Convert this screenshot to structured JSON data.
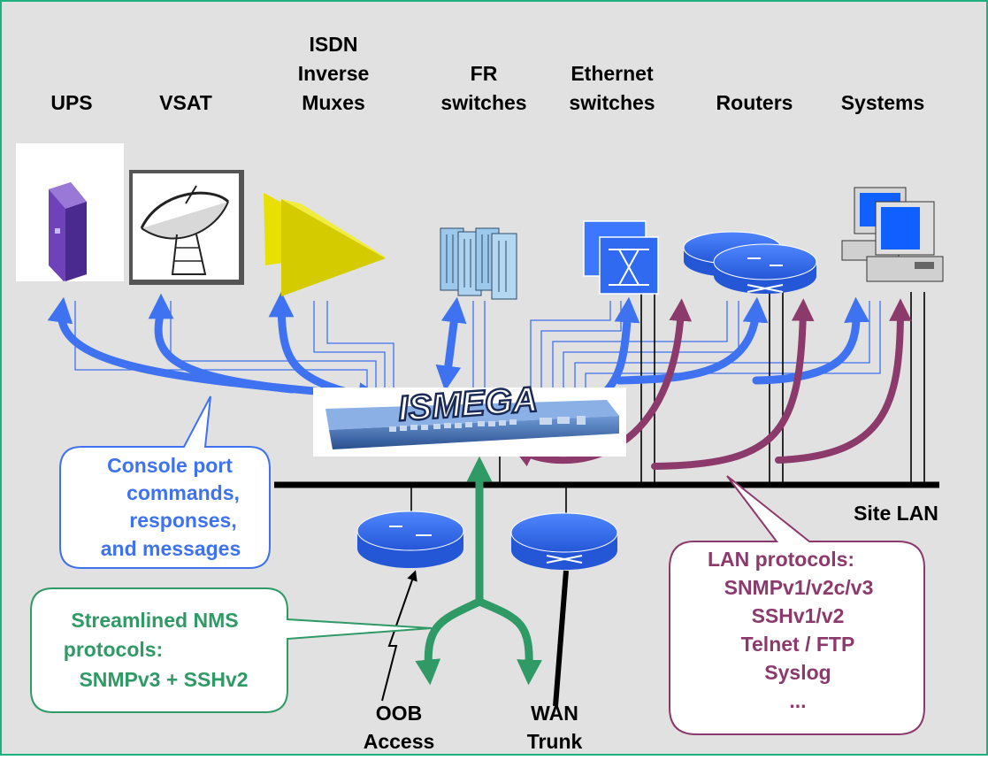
{
  "colors": {
    "background": "#e1e1e1",
    "frame": "#1fb07f",
    "blue": "#3f72f0",
    "plum": "#8c3a6c",
    "green": "#2f9a66",
    "black": "#000000"
  },
  "device_labels": {
    "ups": "UPS",
    "vsat": "VSAT",
    "isdn_1": "ISDN",
    "isdn_2": "Inverse",
    "isdn_3": "Muxes",
    "fr_1": "FR",
    "fr_2": "switches",
    "eth_1": "Ethernet",
    "eth_2": "switches",
    "routers": "Routers",
    "systems": "Systems"
  },
  "hub": {
    "name": "ISMEGA"
  },
  "site_lan": "Site LAN",
  "console_callout": {
    "line1": "Console port",
    "line2": "commands,",
    "line3": "responses,",
    "line4": "and messages"
  },
  "lan_callout": {
    "line1": "LAN protocols:",
    "line2": "SNMPv1/v2c/v3",
    "line3": "SSHv1/v2",
    "line4": "Telnet / FTP",
    "line5": "Syslog",
    "line6": "..."
  },
  "nms_callout": {
    "line1": "Streamlined NMS",
    "line2": "protocols:",
    "line3": "SNMPv3 + SSHv2"
  },
  "oob": {
    "line1": "OOB",
    "line2": "Access"
  },
  "wan": {
    "line1": "WAN",
    "line2": "Trunk"
  }
}
